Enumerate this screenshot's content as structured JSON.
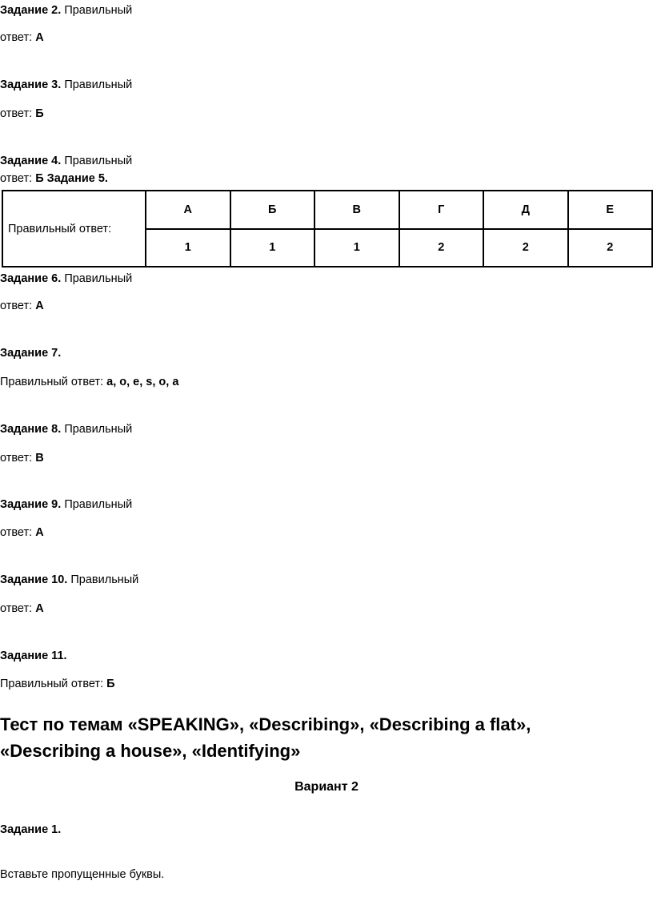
{
  "tasks": [
    {
      "title": "Задание 2.",
      "label1": "Правильный",
      "label2": "ответ:",
      "answer": "А"
    },
    {
      "title": "Задание 3.",
      "label1": "Правильный",
      "label2": "ответ:",
      "answer": "Б"
    },
    {
      "title": "Задание 4.",
      "label1": "Правильный",
      "label2": "ответ:",
      "answer": "Б",
      "trailing": "Задание 5."
    },
    {
      "title": "Задание 6.",
      "label1": "Правильный",
      "label2": "ответ:",
      "answer": "А"
    },
    {
      "title": "Задание 7.",
      "label": "Правильный ответ:",
      "answer": "а, о, е, s, о, а"
    },
    {
      "title": "Задание 8.",
      "label1": "Правильный",
      "label2": "ответ:",
      "answer": "В"
    },
    {
      "title": "Задание 9.",
      "label1": "Правильный",
      "label2": "ответ:",
      "answer": "А"
    },
    {
      "title": "Задание 10.",
      "label1": "Правильный",
      "label2": "ответ:",
      "answer": "А"
    },
    {
      "title": "Задание 11.",
      "label": "Правильный ответ:",
      "answer": "Б"
    }
  ],
  "table": {
    "label": "Правильный ответ:",
    "headers": [
      "А",
      "Б",
      "В",
      "Г",
      "Д",
      "Е"
    ],
    "values": [
      "1",
      "1",
      "1",
      "2",
      "2",
      "2"
    ]
  },
  "heading": {
    "line1": "Тест по темам «SPEAKING», «Describing», «Describing a flat»,",
    "line2": "«Describing a house», «Identifying»"
  },
  "variant": "Вариант 2",
  "task1": {
    "title": "Задание 1.",
    "instruction": "Вставьте пропущенные буквы."
  }
}
